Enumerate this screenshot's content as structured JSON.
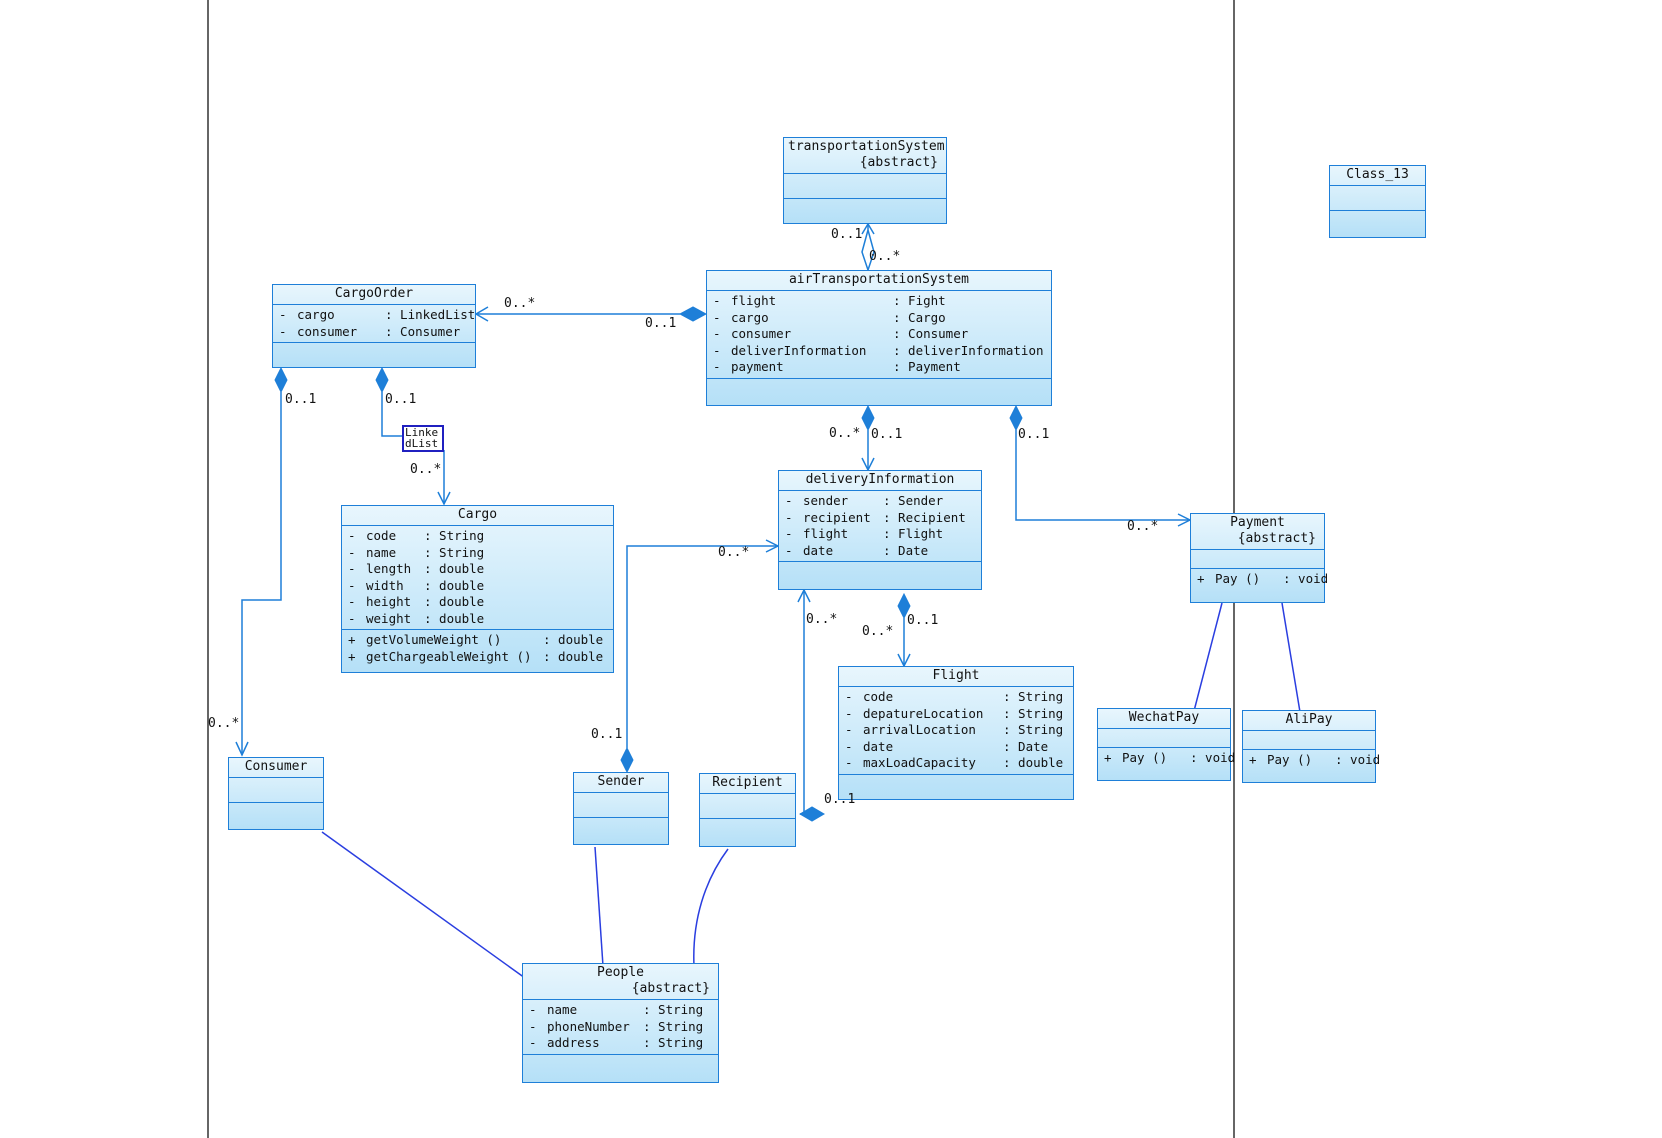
{
  "classes": {
    "transportationSystem": {
      "name": "transportationSystem",
      "stereotype": "{abstract}",
      "attributes": [],
      "operations": []
    },
    "class13": {
      "name": "Class_13",
      "attributes": [],
      "operations": []
    },
    "cargoOrder": {
      "name": "CargoOrder",
      "attributes": [
        {
          "vis": "-",
          "name": "cargo",
          "type": ": LinkedList"
        },
        {
          "vis": "-",
          "name": "consumer",
          "type": ": Consumer"
        }
      ],
      "operations": []
    },
    "airTransportationSystem": {
      "name": "airTransportationSystem",
      "attributes": [
        {
          "vis": "-",
          "name": "flight",
          "type": ": Fight"
        },
        {
          "vis": "-",
          "name": "cargo",
          "type": ": Cargo"
        },
        {
          "vis": "-",
          "name": "consumer",
          "type": ": Consumer"
        },
        {
          "vis": "-",
          "name": "deliverInformation",
          "type": ": deliverInformation"
        },
        {
          "vis": "-",
          "name": "payment",
          "type": ": Payment"
        }
      ],
      "operations": []
    },
    "deliveryInformation": {
      "name": "deliveryInformation",
      "attributes": [
        {
          "vis": "-",
          "name": "sender",
          "type": ": Sender"
        },
        {
          "vis": "-",
          "name": "recipient",
          "type": ": Recipient"
        },
        {
          "vis": "-",
          "name": "flight",
          "type": ": Flight"
        },
        {
          "vis": "-",
          "name": "date",
          "type": ": Date"
        }
      ],
      "operations": []
    },
    "payment": {
      "name": "Payment",
      "stereotype": "{abstract}",
      "attributes": [],
      "operations": [
        {
          "vis": "+",
          "name": "Pay ()",
          "type": ": void"
        }
      ]
    },
    "cargo": {
      "name": "Cargo",
      "attributes": [
        {
          "vis": "-",
          "name": "code",
          "type": ": String"
        },
        {
          "vis": "-",
          "name": "name",
          "type": ": String"
        },
        {
          "vis": "-",
          "name": "length",
          "type": ": double"
        },
        {
          "vis": "-",
          "name": "width",
          "type": ": double"
        },
        {
          "vis": "-",
          "name": "height",
          "type": ": double"
        },
        {
          "vis": "-",
          "name": "weight",
          "type": ": double"
        }
      ],
      "operations": [
        {
          "vis": "+",
          "name": "getVolumeWeight ()",
          "type": ": double"
        },
        {
          "vis": "+",
          "name": "getChargeableWeight ()",
          "type": ": double"
        }
      ]
    },
    "flight": {
      "name": "Flight",
      "attributes": [
        {
          "vis": "-",
          "name": "code",
          "type": ": String"
        },
        {
          "vis": "-",
          "name": "depatureLocation",
          "type": ": String"
        },
        {
          "vis": "-",
          "name": "arrivalLocation",
          "type": ": String"
        },
        {
          "vis": "-",
          "name": "date",
          "type": ": Date"
        },
        {
          "vis": "-",
          "name": "maxLoadCapacity",
          "type": ": double"
        }
      ],
      "operations": []
    },
    "wechatPay": {
      "name": "WechatPay",
      "attributes": [],
      "operations": [
        {
          "vis": "+",
          "name": "Pay ()",
          "type": ": void"
        }
      ]
    },
    "aliPay": {
      "name": "AliPay",
      "attributes": [],
      "operations": [
        {
          "vis": "+",
          "name": "Pay ()",
          "type": ": void"
        }
      ]
    },
    "consumer": {
      "name": "Consumer",
      "attributes": [],
      "operations": []
    },
    "sender": {
      "name": "Sender",
      "attributes": [],
      "operations": []
    },
    "recipient": {
      "name": "Recipient",
      "attributes": [],
      "operations": []
    },
    "people": {
      "name": "People",
      "stereotype": "{abstract}",
      "attributes": [
        {
          "vis": "-",
          "name": "name",
          "type": ": String"
        },
        {
          "vis": "-",
          "name": "phoneNumber",
          "type": ": String"
        },
        {
          "vis": "-",
          "name": "address",
          "type": ": String"
        }
      ],
      "operations": []
    }
  },
  "multiplicities": {
    "ts_air_top": "0..1",
    "ts_air_bottom": "0..*",
    "cargoorder_side": "0..*",
    "air_side": "0..1",
    "co_consumer_top": "0..1",
    "co_cargo_top": "0..1",
    "co_cargo_bottom": "0..*",
    "air_delivery_left": "0..*",
    "air_delivery_right": "0..1",
    "air_payment_top": "0..1",
    "air_payment_bottom": "0..*",
    "delivery_sender_end": "0..*",
    "sender_top": "0..1",
    "delivery_recipient_end": "0..*",
    "recipient_side": "0..1",
    "delivery_flight_top": "0..1",
    "delivery_flight_bottom": "0..*",
    "consumer_end": "0..*"
  },
  "qualifier": {
    "line1": "Linke",
    "line2": "dList"
  },
  "colors": {
    "line": "#1e7fd8",
    "frame": "#333333",
    "qualifier": "#2020c0"
  }
}
